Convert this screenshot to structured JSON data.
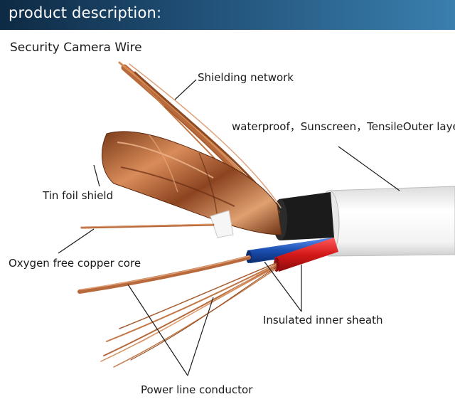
{
  "header": {
    "title": "product description:"
  },
  "subtitle": "Security Camera Wire",
  "labels": {
    "shielding_network": "Shielding network",
    "outer_layer": "waterproof，Sunscreen，TensileOuter layer",
    "tin_foil_shield": "Tin foil shield",
    "oxygen_free_copper_core": "Oxygen free copper core",
    "insulated_inner_sheath": "Insulated inner sheath",
    "power_line_conductor": "Power line conductor"
  },
  "colors": {
    "header_dark": "#0e2a44",
    "header_light": "#3a7fae",
    "copper": "#b86a3c",
    "outer_jacket": "#f2f2f2",
    "inner_jacket": "#1a1a1a",
    "wire_red": "#d42020",
    "wire_blue": "#1a4fb0"
  }
}
